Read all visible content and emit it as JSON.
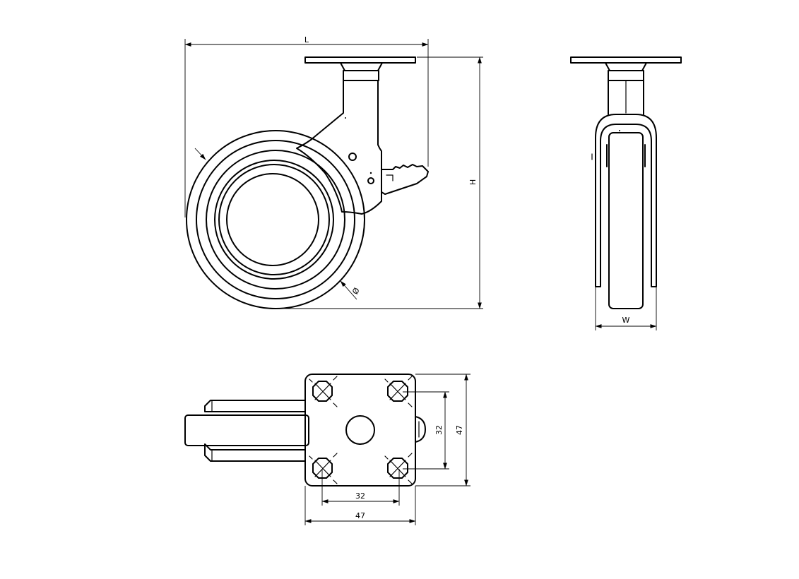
{
  "colors": {
    "line": "#000000",
    "background": "#ffffff"
  },
  "views": {
    "side": {
      "dims": {
        "length": "L",
        "height": "H",
        "diameter": "Ø"
      }
    },
    "front": {
      "dims": {
        "width": "W"
      }
    },
    "plate": {
      "dims": {
        "hole_spacing_v": "32",
        "plate_height": "47",
        "hole_spacing_h": "32",
        "plate_width": "47"
      }
    }
  }
}
